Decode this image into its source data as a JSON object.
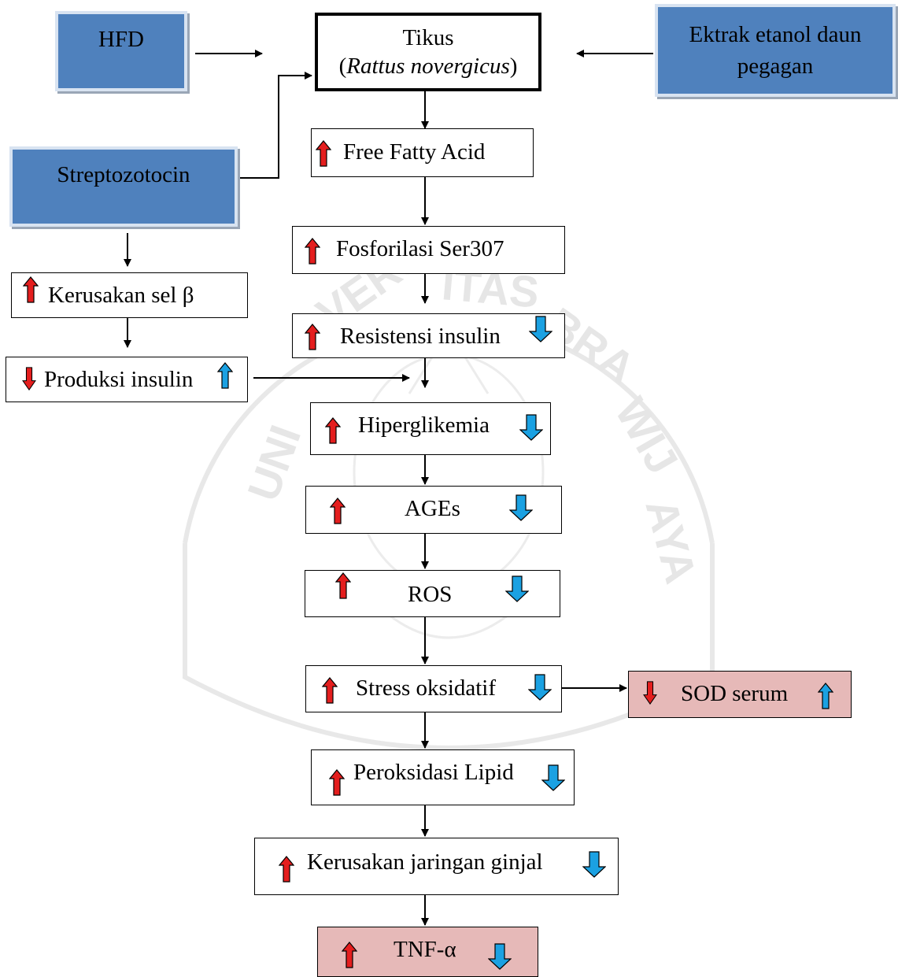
{
  "colors": {
    "up_arrow": "#e41e1e",
    "down_arrow_blue": "#1ba1e2",
    "input_box": "#4f81bd",
    "output_box": "#e6b9b8"
  },
  "inputs": {
    "hfd": "HFD",
    "extract_line1": "Ektrak etanol daun",
    "extract_line2": "pegagan",
    "stz": "Streptozotocin"
  },
  "subject": {
    "line1": "Tikus",
    "line2_open": "(",
    "line2_italic": "Rattus novergicus",
    "line2_close": ")"
  },
  "nodes": {
    "ffa": "Free Fatty Acid",
    "ser307": "Fosforilasi Ser307",
    "resistensi": "Resistensi insulin",
    "hiper": "Hiperglikemia",
    "ages": "AGEs",
    "ros": "ROS",
    "stress": "Stress oksidatif",
    "lipid": "Peroksidasi Lipid",
    "ginjal": "Kerusakan jaringan ginjal",
    "tnf": "TNF-α",
    "kerusakan_sel": "Kerusakan sel β",
    "produksi": "Produksi insulin",
    "sod": "SOD serum"
  },
  "icons": {
    "up": "red-up-arrow-icon",
    "down_red": "red-down-arrow-icon",
    "up_blue": "blue-up-arrow-icon",
    "down_blue": "blue-down-arrow-icon"
  }
}
